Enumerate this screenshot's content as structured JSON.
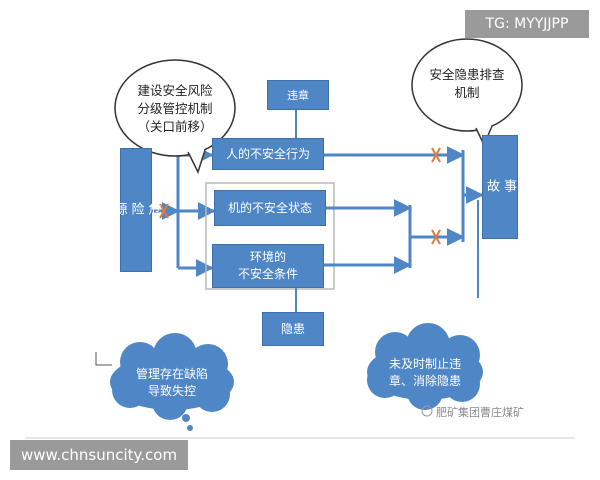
{
  "tag": "TG: MYYJJPP",
  "website": "www.chnsuncity.com",
  "watermark": "肥矿集团曹庄煤矿",
  "boxes": {
    "hazard_source": "危\n险\n源",
    "accident": "事\n故",
    "violation": "违章",
    "unsafe_behavior": "人的不安全行为",
    "unsafe_state": "机的不安全状态",
    "unsafe_env": "环境的\n不安全条件",
    "hidden_danger": "隐患"
  },
  "bubbles": {
    "risk_control": "建设安全风险\n分级管控机制\n（关口前移）",
    "hazard_check": "安全隐患排查\n机制"
  },
  "clouds": {
    "mgmt_gap": "管理存在缺陷\n导致失控",
    "timely_stop": "未及时制止违\n章、消除隐患"
  },
  "colors": {
    "box": "#4f86c6",
    "cloud": "#4f86c6",
    "mark": "#e07a3a",
    "tag_bg": "#9a9a9a"
  }
}
